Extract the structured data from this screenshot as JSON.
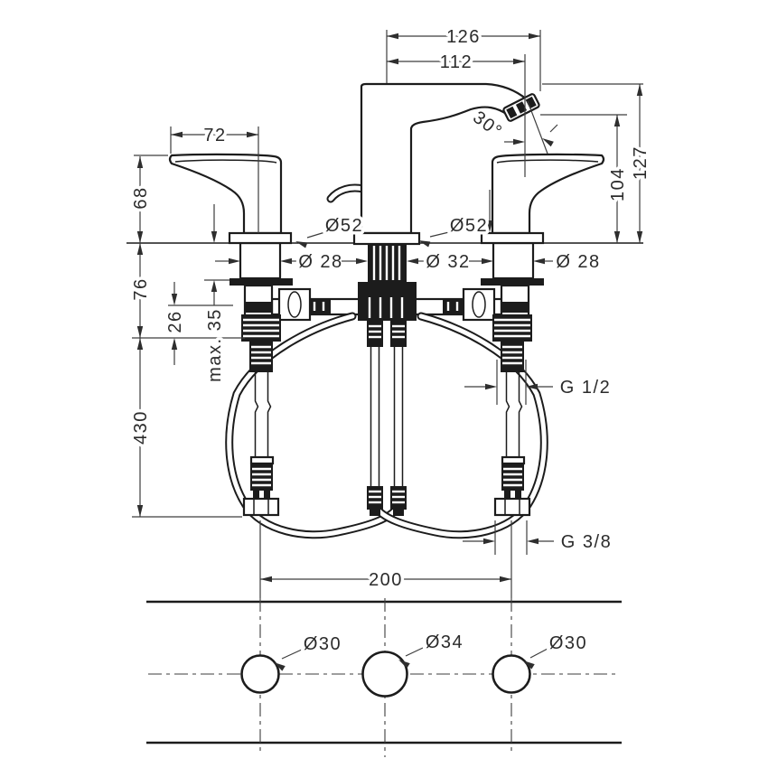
{
  "meta": {
    "background": "#ffffff",
    "drawing_line_color": "#1c1c1c",
    "dimension_line_color": "#3d3d3d",
    "description": "Technical installation drawing of a 3-hole washbasin mixer: front elevation with dimensions and hole-layout plan"
  },
  "labels": {
    "dim_126": "126",
    "dim_112": "112",
    "dim_72": "72",
    "dim_68": "68",
    "dim_76": "76",
    "dim_26": "26",
    "dim_max35": "max. 35",
    "dim_430": "430",
    "dim_127": "127",
    "dim_104": "104",
    "angle_30": "30°",
    "dia52_left": "Ø52",
    "dia52_center": "Ø52",
    "dia28_left": "Ø 28",
    "dia32_center": "Ø 32",
    "dia28_right": "Ø 28",
    "thread_g12": "G 1/2",
    "thread_g38": "G 3/8",
    "dim_200": "200",
    "hole_left": "Ø30",
    "hole_center": "Ø34",
    "hole_right": "Ø30"
  }
}
